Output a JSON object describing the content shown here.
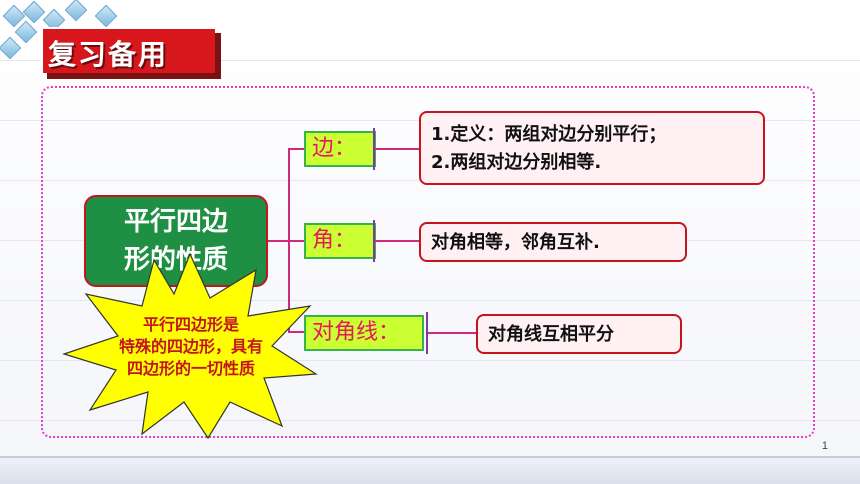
{
  "slide": {
    "title": "复习备用",
    "page_number": "1"
  },
  "main_topic": {
    "line1": "平行四边",
    "line2": "形的性质"
  },
  "branches": [
    {
      "label": "边：",
      "content": [
        "1.定义：两组对边分别平行；",
        "2.两组对边分别相等."
      ]
    },
    {
      "label": "角：",
      "content": [
        "对角相等，邻角互补."
      ]
    },
    {
      "label": "对角线：",
      "content": [
        "对角线互相平分"
      ]
    }
  ],
  "callout": {
    "line1": "平行四边形是",
    "line2": "特殊的四边形，具有",
    "line3": "四边形的一切性质"
  },
  "colors": {
    "title_bg": "#d8171c",
    "main_box_bg": "#1e8f43",
    "label_bg": "#ccff33",
    "label_text": "#e8175d",
    "content_border": "#c4151f",
    "frame_dots": "#e53cc2",
    "burst_fill": "#ffff00"
  },
  "icons": [
    "decorative-cube-icon",
    "starburst-callout-icon"
  ]
}
